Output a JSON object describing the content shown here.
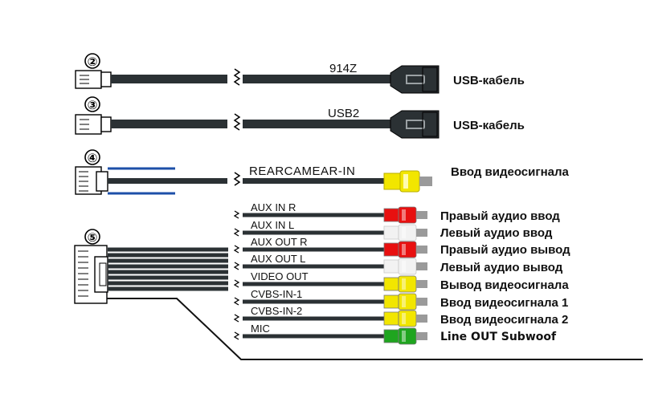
{
  "connectors": [
    {
      "id": "2",
      "number": "②",
      "cable_label": "914Z",
      "description": "USB-кабель",
      "plug": "usb"
    },
    {
      "id": "3",
      "number": "③",
      "cable_label": "USB2",
      "description": "USB-кабель",
      "plug": "usb"
    },
    {
      "id": "4",
      "number": "④",
      "cable_label": "REARCAMEAR-IN",
      "description": "Ввод видеосигнала",
      "plug": "rca",
      "plug_color": "#f2e600"
    },
    {
      "id": "5",
      "number": "⑤"
    }
  ],
  "harness": [
    {
      "label": "AUX IN R",
      "description": "Правый аудио ввод",
      "plug_color": "#e81010"
    },
    {
      "label": "AUX IN L",
      "description": "Левый аудио ввод",
      "plug_color": "#f2f2f2"
    },
    {
      "label": "AUX OUT R",
      "description": "Правый аудио вывод",
      "plug_color": "#e81010"
    },
    {
      "label": "AUX OUT L",
      "description": "Левый аудио вывод",
      "plug_color": "#f2f2f2"
    },
    {
      "label": "VIDEO OUT",
      "description": "Вывод видеосигнала",
      "plug_color": "#f2e600"
    },
    {
      "label": "CVBS-IN-1",
      "description": "Ввод видеосигнала 1",
      "plug_color": "#f2e600"
    },
    {
      "label": "CVBS-IN-2",
      "description": "Ввод видеосигнала 2",
      "plug_color": "#f2e600"
    },
    {
      "label": "MIC",
      "description": "Line OUT Subwoof",
      "plug_color": "#1fa51f"
    }
  ],
  "colors": {
    "wire": "#2b3134",
    "blue_wire": "#1d4fa8"
  }
}
